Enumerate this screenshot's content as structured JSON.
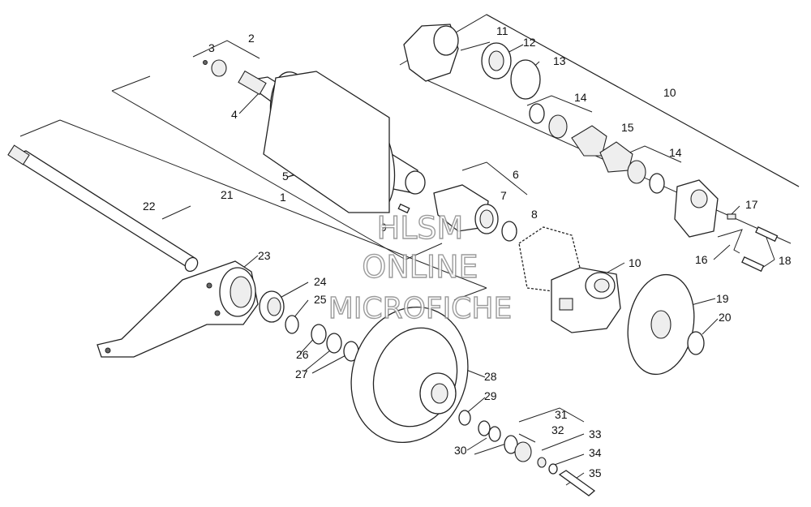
{
  "callouts": [
    "1",
    "2",
    "3",
    "4",
    "5",
    "6",
    "7",
    "8",
    "9",
    "10",
    "10",
    "11",
    "12",
    "13",
    "14",
    "14",
    "15",
    "16",
    "17",
    "18",
    "19",
    "20",
    "21",
    "22",
    "23",
    "24",
    "25",
    "26",
    "27",
    "28",
    "29",
    "30",
    "31",
    "32",
    "33",
    "34",
    "35"
  ],
  "watermark": {
    "line1": "HLSM",
    "line2": "ONLINE",
    "line3": "MICROFICHE"
  }
}
